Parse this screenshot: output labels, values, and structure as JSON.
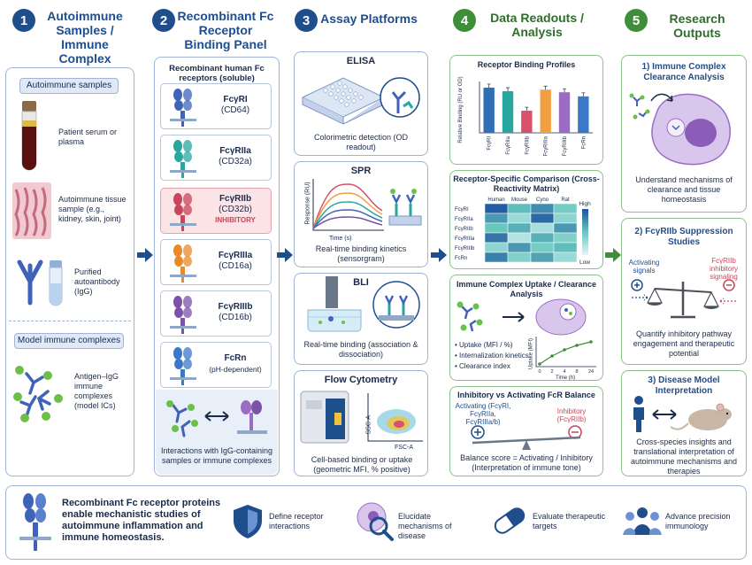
{
  "columns": [
    {
      "num": "1",
      "title": "Autoimmune Samples / Immune Complex Inputs"
    },
    {
      "num": "2",
      "title": "Recombinant Fc Receptor Binding Panel"
    },
    {
      "num": "3",
      "title": "Assay Platforms"
    },
    {
      "num": "4",
      "title": "Data Readouts / Analysis"
    },
    {
      "num": "5",
      "title": "Research Outputs"
    }
  ],
  "col1": {
    "autoimmune_label": "Autoimmune samples",
    "serum": "Patient serum or plasma",
    "tissue": "Autoimmune tissue sample (e.g., kidney, skin, joint)",
    "autoantibody": "Purified autoantibody (IgG)",
    "model_label": "Model immune complexes",
    "complexes": "Antigen–IgG immune complexes (model ICs)"
  },
  "col2": {
    "header": "Recombinant human Fc receptors (soluble)",
    "receptors": [
      {
        "name": "FcγRI",
        "sub": "(CD64)",
        "tag": "",
        "color": "#3f63b8"
      },
      {
        "name": "FcγRIIa",
        "sub": "(CD32a)",
        "tag": "",
        "color": "#2aa6a0"
      },
      {
        "name": "FcγRIIb",
        "sub": "(CD32b)",
        "tag": "INHIBITORY",
        "color": "#c9455a"
      },
      {
        "name": "FcγRIIIa",
        "sub": "(CD16a)",
        "tag": "",
        "color": "#e88a2a"
      },
      {
        "name": "FcγRIIIb",
        "sub": "(CD16b)",
        "tag": "",
        "color": "#7b52a8"
      },
      {
        "name": "FcRn",
        "sub": "(pH-dependent)",
        "tag": "",
        "color": "#3a78c9"
      }
    ],
    "interactions": "Interactions with IgG-containing samples or immune complexes"
  },
  "col3": {
    "elisa_title": "ELISA",
    "elisa_text": "Colorimetric detection (OD readout)",
    "spr_title": "SPR",
    "spr_ylabel": "Response (RU)",
    "spr_xlabel": "Time (s)",
    "spr_text": "Real-time binding kinetics (sensorgram)",
    "bli_title": "BLI",
    "bli_text": "Real-time binding (association & dissociation)",
    "flow_title": "Flow Cytometry",
    "flow_y": "SSC-A",
    "flow_x": "FSC-A",
    "flow_text": "Cell-based binding or uptake (geometric MFI, % positive)"
  },
  "col4": {
    "profile_title": "Receptor Binding Profiles",
    "matrix_title": "Receptor-Specific Comparison (Cross-Reactivity Matrix)",
    "matrix_cols": [
      "Human",
      "Mouse",
      "Cyno",
      "Rat"
    ],
    "matrix_rows": [
      "FcγRI",
      "FcγRIIa",
      "FcγRIIb",
      "FcγRIIIa",
      "FcγRIIIb",
      "FcRn"
    ],
    "matrix_high": "High",
    "matrix_low": "Low",
    "uptake_title": "Immune Complex Uptake / Clearance Analysis",
    "uptake_bullets": [
      "Uptake (MFI / %)",
      "Internalization kinetics",
      "Clearance index"
    ],
    "uptake_ylabel": "Uptake (MFI)",
    "uptake_xlabel": "Time (h)",
    "uptake_ticks": [
      "0",
      "2",
      "4",
      "8",
      "24"
    ],
    "balance_title": "Inhibitory vs Activating FcR Balance",
    "activating": "Activating (FcγRI, FcγRIIa, FcγRIIIa/b)",
    "inhibitory": "Inhibitory (FcγRIIb)",
    "balance_text": "Balance score = Activating / Inhibitory (Interpretation of immune tone)"
  },
  "col5": {
    "out1_title": "1) Immune Complex Clearance Analysis",
    "out1_text": "Understand mechanisms of clearance and tissue homeostasis",
    "out2_title": "2) FcγRIIb Suppression Studies",
    "out2_act": "Activating signals",
    "out2_inh": "FcγRIIb inhibitory signaling",
    "out2_text": "Quantify inhibitory pathway engagement and therapeutic potential",
    "out3_title": "3) Disease Model Interpretation",
    "out3_text": "Cross-species insights and translational interpretation of autoimmune mechanisms and therapies"
  },
  "footer": {
    "main": "Recombinant Fc receptor proteins enable mechanistic studies of autoimmune inflammation and immune homeostasis.",
    "items": [
      "Define receptor interactions",
      "Elucidate mechanisms of disease",
      "Evaluate therapeutic targets",
      "Advance precision immunology"
    ]
  },
  "chart_data": {
    "type": "bar",
    "ylabel": "Relative Binding (RU or OD)",
    "categories": [
      "FcγRI",
      "FcγRIIa",
      "FcγRIIb",
      "FcγRIIIa",
      "FcγRIIIb",
      "FcRn"
    ],
    "values": [
      0.88,
      0.81,
      0.43,
      0.84,
      0.79,
      0.71
    ],
    "colors": [
      "#2f6fb5",
      "#2aa6a0",
      "#d9506a",
      "#f0a040",
      "#9b6cc4",
      "#3a78c9"
    ],
    "ylim": [
      0,
      1
    ]
  },
  "matrix_values": [
    [
      0.95,
      0.55,
      0.75,
      0.45
    ],
    [
      0.7,
      0.3,
      0.9,
      0.35
    ],
    [
      0.5,
      0.6,
      0.25,
      0.7
    ],
    [
      0.85,
      0.2,
      0.6,
      0.4
    ],
    [
      0.35,
      0.7,
      0.45,
      0.55
    ],
    [
      0.8,
      0.4,
      0.65,
      0.3
    ]
  ]
}
